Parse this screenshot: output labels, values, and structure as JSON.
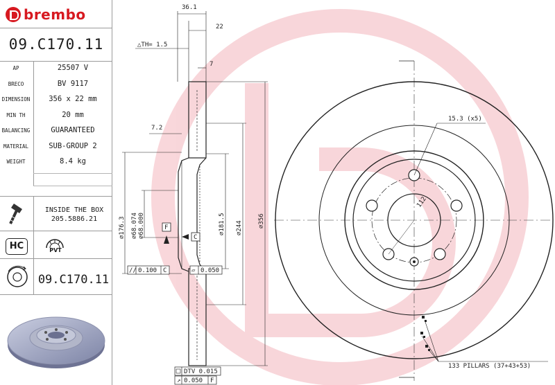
{
  "brand": {
    "name": "brembo",
    "color": "#d71920"
  },
  "part_number": "09.C170.11",
  "specs": [
    {
      "key": "AP",
      "value": "25507 V"
    },
    {
      "key": "BRECO",
      "value": "BV 9117"
    },
    {
      "key": "DIMENSION",
      "value": "356 x 22 mm"
    },
    {
      "key": "MIN TH",
      "value": "20 mm"
    },
    {
      "key": "BALANCING",
      "value": "GUARANTEED"
    },
    {
      "key": "MATERIAL",
      "value": "SUB-GROUP 2"
    },
    {
      "key": "WEIGHT",
      "value": "8.4 kg"
    }
  ],
  "inside_box": {
    "line1": "INSIDE THE BOX",
    "line2": "205.5886.21"
  },
  "badges": {
    "hc": "HC",
    "pvt": "PVT"
  },
  "bottom_code": "09.C170.11",
  "drawing": {
    "dim_top_width": "36.1",
    "dim_thickness": "22",
    "dim_th": "△TH= 1.5",
    "dim_seven": "7",
    "dim_seven_two": "7.2",
    "dim_d176": "⌀176.3",
    "dim_d68074": "⌀68.074",
    "dim_d68000": "⌀68.000",
    "dim_d181": "⌀181.5",
    "dim_d244": "⌀244",
    "dim_d356": "⌀356",
    "datum_f": "F",
    "datum_c": "C",
    "tol_parallel_value": "0.100",
    "tol_parallel_ref": "C",
    "tol_flat_value": "0.050",
    "tol_dtv_label": "DTV 0.015",
    "tol_runout_value": "0.050",
    "tol_runout_ref": "F",
    "hole_label": "15.3 (x5)",
    "pcd_label": "112",
    "pillars_label": "133 PILLARS (37+43+53)"
  }
}
